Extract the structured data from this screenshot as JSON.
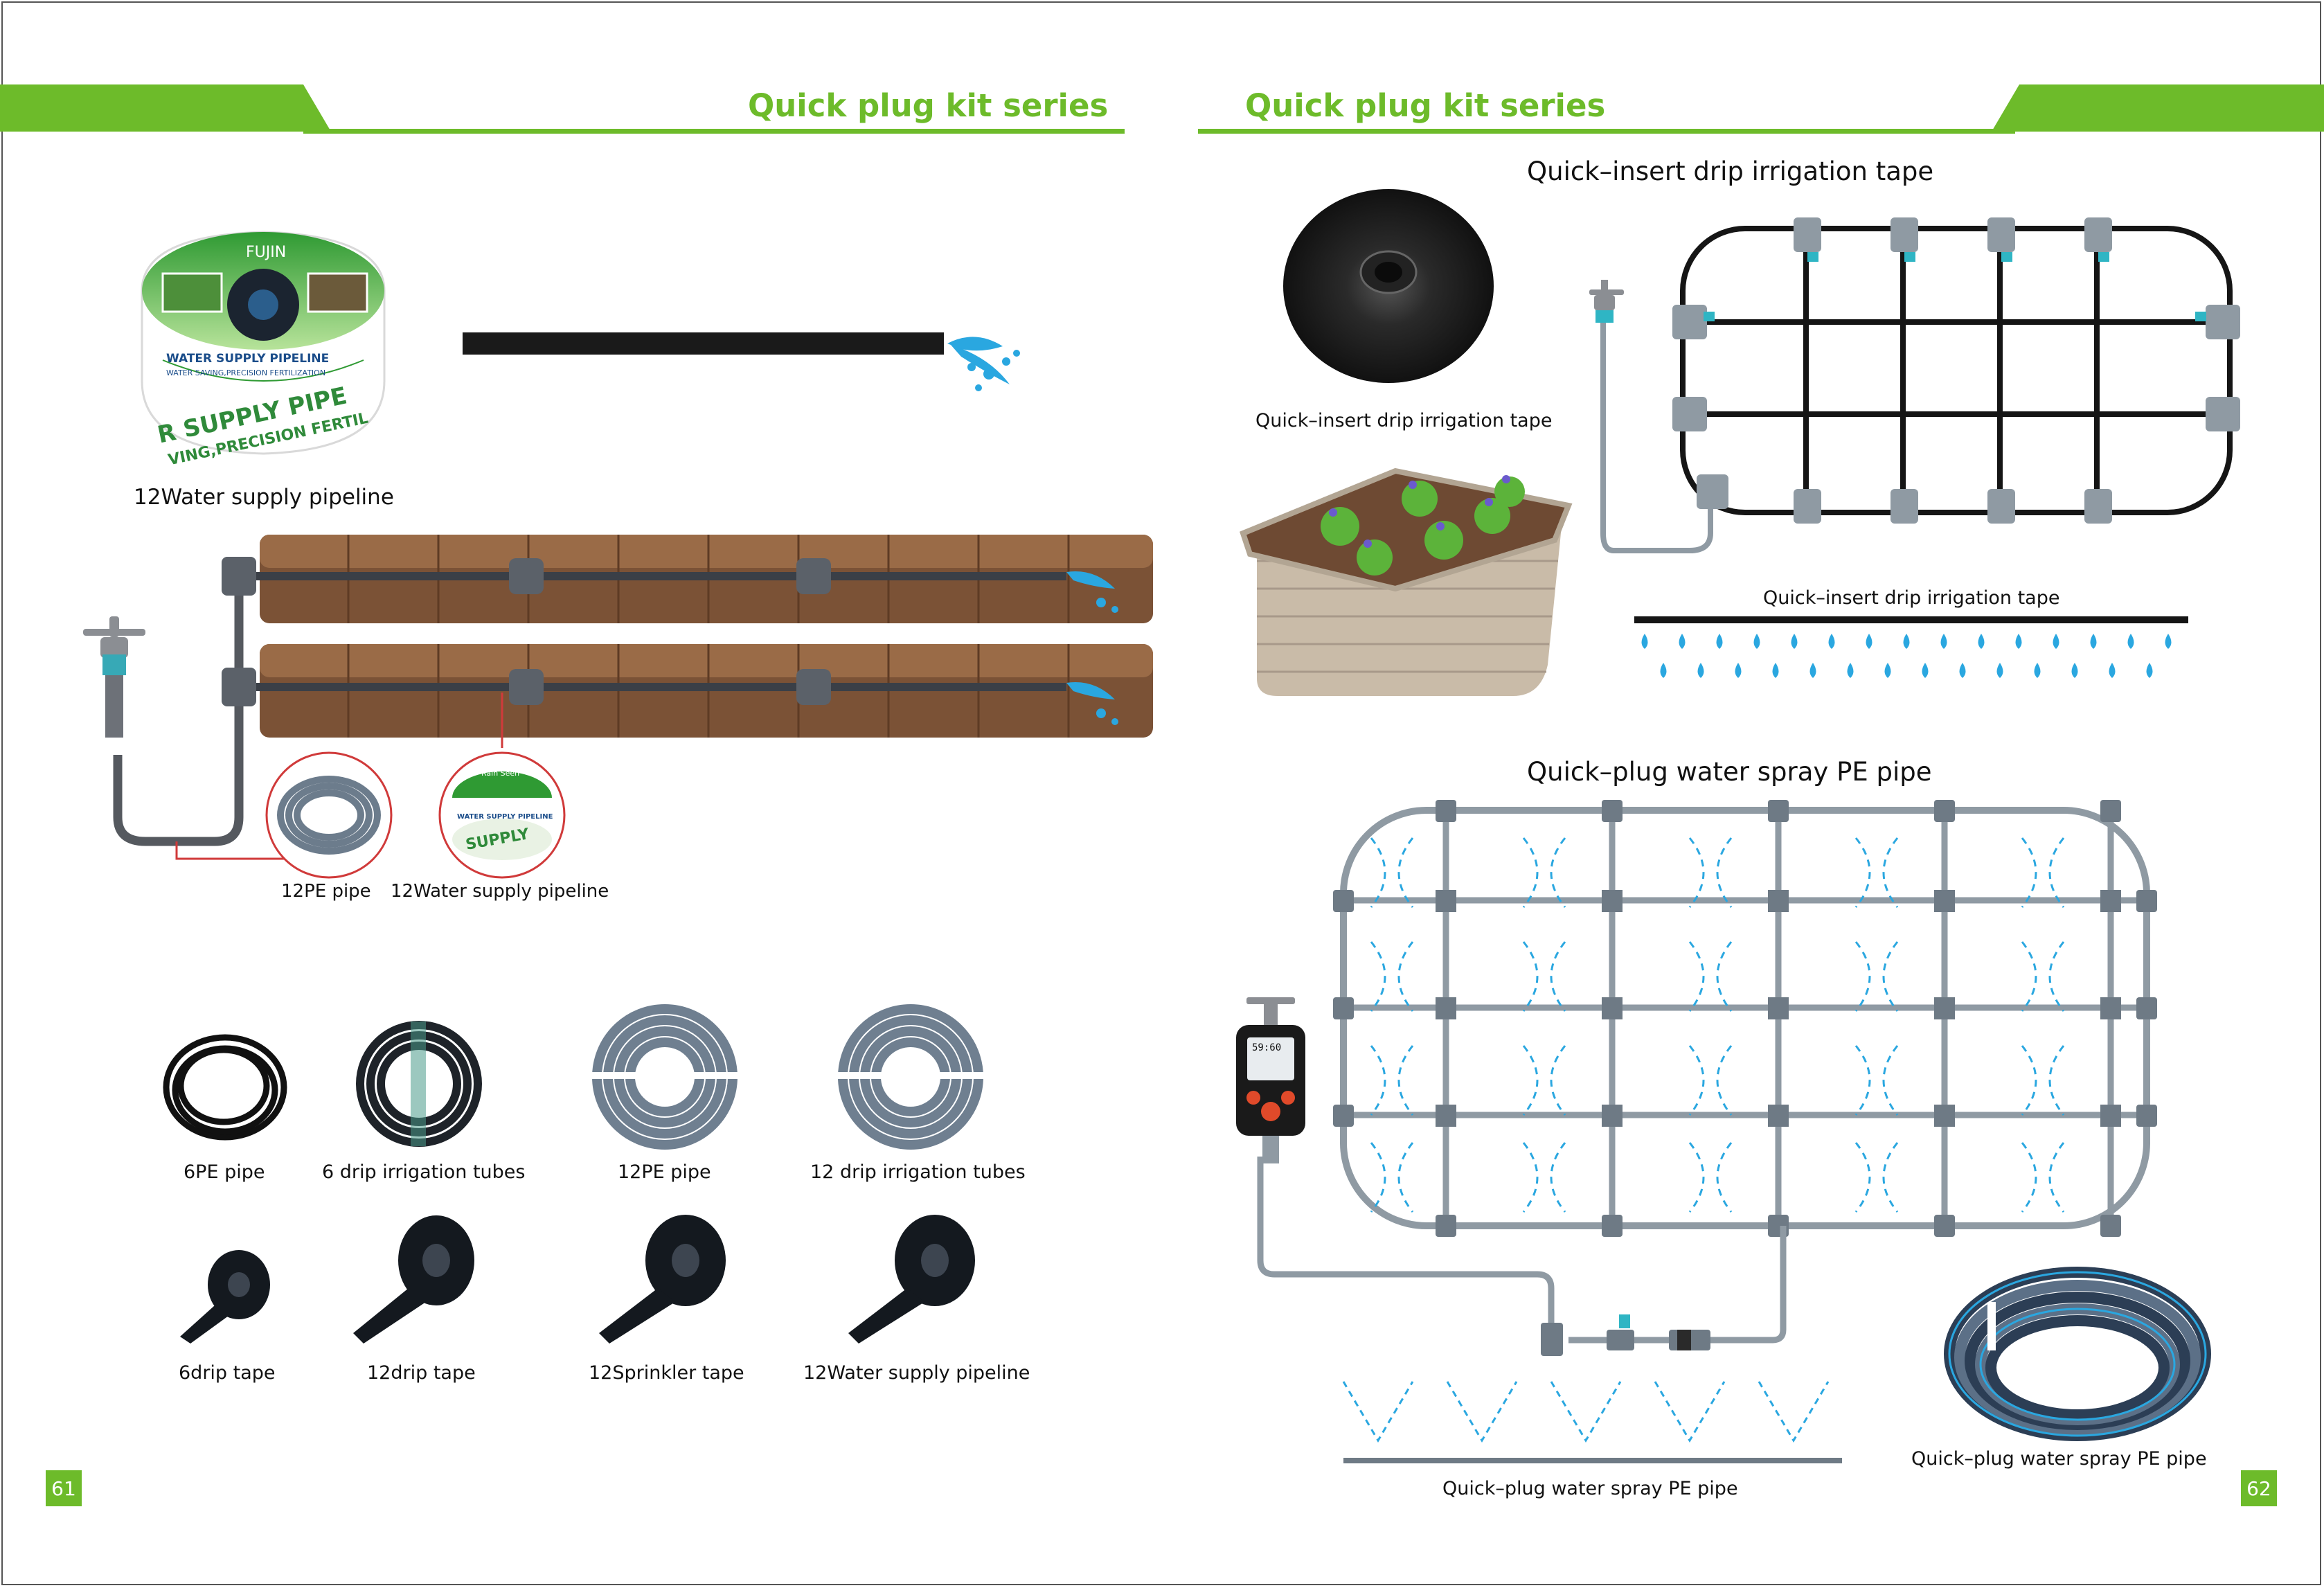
{
  "left_page": {
    "header_title": "Quick plug kit series",
    "page_number": "61",
    "product_box_brand": "FUJIN",
    "product_box_label": "WATER SUPPLY PIPELINE",
    "product_box_sublabel": "WATER SAVING,PRECISION FERTILIZATION",
    "product_box_arc_text": "R SUPPLY PIPE",
    "product_box_arc_text2": "VING,PRECISION FERTIL",
    "product_caption": "12Water supply pipeline",
    "mini_box_label": "Rain Seen",
    "mini_box_text": "WATER SUPPLY PIPELINE",
    "mini_box_arc_text": "SUPPLY",
    "diagram_caption_pe": "12PE pipe",
    "diagram_caption_supply": "12Water supply pipeline",
    "products_row1": [
      "6PE pipe",
      "6 drip irrigation tubes",
      "12PE pipe",
      "12 drip irrigation tubes"
    ],
    "products_row2": [
      "6drip tape",
      "12drip tape",
      "12Sprinkler tape",
      "12Water supply pipeline"
    ]
  },
  "right_page": {
    "header_title": "Quick plug kit series",
    "page_number": "62",
    "section1_title": "Quick–insert drip irrigation tape",
    "roll_caption": "Quick–insert drip irrigation tape",
    "drip_line_caption": "Quick–insert drip irrigation tape",
    "section2_title": "Quick–plug water spray PE pipe",
    "spray_line_caption": "Quick–plug water spray PE pipe",
    "coil_caption": "Quick–plug water spray PE pipe",
    "timer_display": "59:60"
  },
  "colors": {
    "brand_green": "#6dbb2a",
    "water_blue": "#2aa7e0",
    "pipe_dark": "#1c1c1c",
    "pipe_grey": "#8c9aa6",
    "accent_red": "#d03a3a"
  }
}
